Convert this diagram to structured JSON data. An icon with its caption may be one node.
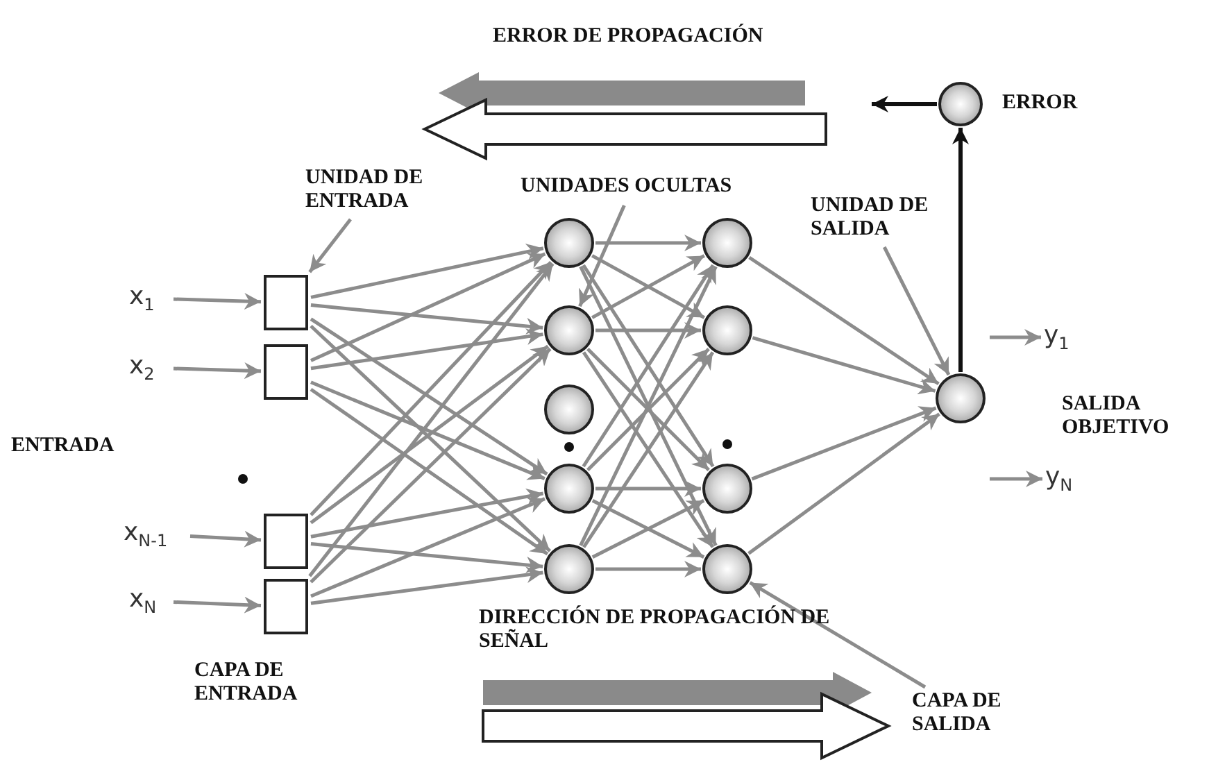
{
  "diagram": {
    "nodes": [
      {
        "text": [
          "x$_{1}$"
        ]
      },
      {
        "text": [
          "x$_{2}$"
        ]
      },
      {
        "text": [
          "x$_{N-1}$"
        ]
      },
      {
        "text": [
          "x$_{N}$"
        ]
      },
      {
        "text": [],
        "shape": "box"
      },
      {
        "text": [],
        "shape": "box"
      },
      {
        "text": [],
        "shape": "box"
      },
      {
        "text": [],
        "shape": "box"
      },
      {
        "text": [],
        "shape": "circle"
      },
      {
        "text": [],
        "shape": "circle"
      },
      {
        "text": [],
        "shape": "circle"
      },
      {
        "text": [],
        "shape": "circle"
      },
      {
        "text": [],
        "shape": "circle"
      },
      {
        "text": [],
        "shape": "circle"
      },
      {
        "text": [],
        "shape": "circle"
      },
      {
        "text": [],
        "shape": "circle"
      },
      {
        "text": [],
        "shape": "circle"
      },
      {
        "text": [],
        "shape": "circle"
      },
      {
        "text": [],
        "shape": "circle",
        "beside": [
          "ERROR"
        ]
      },
      {
        "text": [
          "y$_{1}$"
        ]
      },
      {
        "text": [
          "y$_{N}$"
        ]
      },
      {
        "text": [
          "UNIDAD DE ENTRADA"
        ]
      },
      {
        "text": [
          "UNIDADES OCULTAS"
        ]
      },
      {
        "text": [
          "UNIDAD DE SALIDA"
        ]
      },
      {
        "text": [
          "CAPA DE SALIDA"
        ]
      }
    ],
    "edges": [
      {
        "from": 0,
        "to": 4,
        "arrow": "to"
      },
      {
        "from": 1,
        "to": 5,
        "arrow": "to"
      },
      {
        "from": 2,
        "to": 6,
        "arrow": "to"
      },
      {
        "from": 3,
        "to": 7,
        "arrow": "to"
      },
      {
        "from": 4,
        "to": 8,
        "arrow": "to"
      },
      {
        "from": 4,
        "to": 9,
        "arrow": "to"
      },
      {
        "from": 4,
        "to": 11,
        "arrow": "to"
      },
      {
        "from": 4,
        "to": 12,
        "arrow": "to"
      },
      {
        "from": 5,
        "to": 8,
        "arrow": "to"
      },
      {
        "from": 5,
        "to": 9,
        "arrow": "to"
      },
      {
        "from": 5,
        "to": 11,
        "arrow": "to"
      },
      {
        "from": 5,
        "to": 12,
        "arrow": "to"
      },
      {
        "from": 6,
        "to": 8,
        "arrow": "to"
      },
      {
        "from": 6,
        "to": 9,
        "arrow": "to"
      },
      {
        "from": 6,
        "to": 11,
        "arrow": "to"
      },
      {
        "from": 6,
        "to": 12,
        "arrow": "to"
      },
      {
        "from": 7,
        "to": 8,
        "arrow": "to"
      },
      {
        "from": 7,
        "to": 9,
        "arrow": "to"
      },
      {
        "from": 7,
        "to": 11,
        "arrow": "to"
      },
      {
        "from": 7,
        "to": 12,
        "arrow": "to"
      },
      {
        "from": 8,
        "to": 13,
        "arrow": "to"
      },
      {
        "from": 8,
        "to": 14,
        "arrow": "to"
      },
      {
        "from": 8,
        "to": 15,
        "arrow": "to"
      },
      {
        "from": 8,
        "to": 16,
        "arrow": "to"
      },
      {
        "from": 9,
        "to": 13,
        "arrow": "to"
      },
      {
        "from": 9,
        "to": 14,
        "arrow": "to"
      },
      {
        "from": 9,
        "to": 15,
        "arrow": "to"
      },
      {
        "from": 9,
        "to": 16,
        "arrow": "to"
      },
      {
        "from": 11,
        "to": 13,
        "arrow": "to"
      },
      {
        "from": 11,
        "to": 14,
        "arrow": "to"
      },
      {
        "from": 11,
        "to": 15,
        "arrow": "to"
      },
      {
        "from": 11,
        "to": 16,
        "arrow": "to"
      },
      {
        "from": 12,
        "to": 13,
        "arrow": "to"
      },
      {
        "from": 12,
        "to": 14,
        "arrow": "to"
      },
      {
        "from": 12,
        "to": 15,
        "arrow": "to"
      },
      {
        "from": 12,
        "to": 16,
        "arrow": "to"
      },
      {
        "from": 13,
        "to": 17,
        "arrow": "to"
      },
      {
        "from": 14,
        "to": 17,
        "arrow": "to"
      },
      {
        "from": 15,
        "to": 17,
        "arrow": "to"
      },
      {
        "from": 16,
        "to": 17,
        "arrow": "to"
      },
      {
        "from": 17,
        "to": 18,
        "arrow": "to",
        "color": "#111111"
      },
      {
        "from": 18,
        "to": null,
        "arrow": "to",
        "color": "#111111"
      },
      {
        "from": null,
        "to": 19,
        "arrow": "to"
      },
      {
        "from": null,
        "to": 20,
        "arrow": "to"
      },
      {
        "from": 21,
        "to": 4,
        "arrow": "to"
      },
      {
        "from": 22,
        "to": 9,
        "arrow": "to"
      },
      {
        "from": 23,
        "to": 17,
        "arrow": "to"
      },
      {
        "from": 24,
        "to": 16,
        "arrow": "to"
      }
    ],
    "labels": [
      "ERROR DE PROPAGACIÓN",
      "SALIDA OBJETIVO",
      "ENTRADA",
      "DIRECCIÓN DE PROPAGACIÓN DE SEÑAL",
      "CAPA DE ENTRADA"
    ]
  }
}
